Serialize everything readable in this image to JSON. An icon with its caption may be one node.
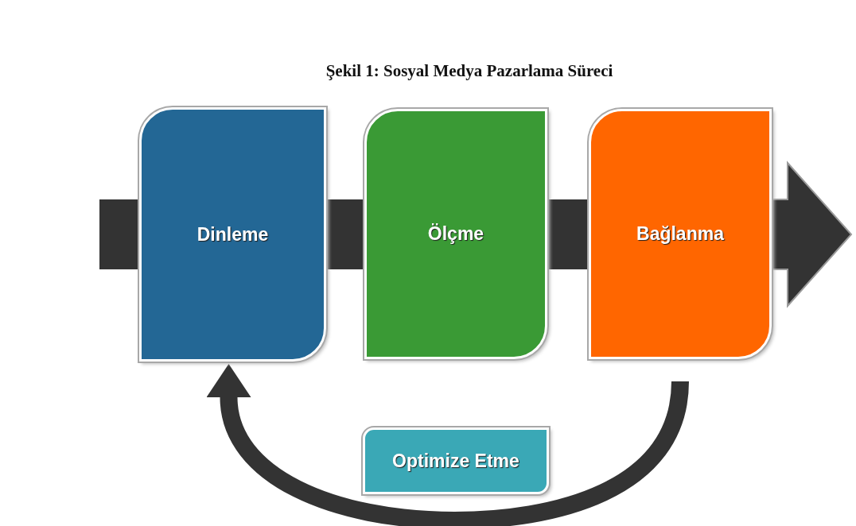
{
  "diagram": {
    "title": "Şekil 1: Sosyal Medya Pazarlama Süreci",
    "nodes": [
      {
        "text": [
          "Dinleme"
        ]
      },
      {
        "text": [
          "Ölçme"
        ]
      },
      {
        "text": [
          "Bağlanma"
        ]
      },
      {
        "text": [
          "Optimize Etme"
        ]
      }
    ],
    "edges": [
      {
        "from": null,
        "to": 0,
        "arrow": "none"
      },
      {
        "from": 0,
        "to": 1,
        "arrow": "none"
      },
      {
        "from": 1,
        "to": 2,
        "arrow": "none"
      },
      {
        "from": 2,
        "to": null,
        "arrow": "to"
      },
      {
        "from": 2,
        "to": 0,
        "arrow": "to"
      }
    ]
  }
}
